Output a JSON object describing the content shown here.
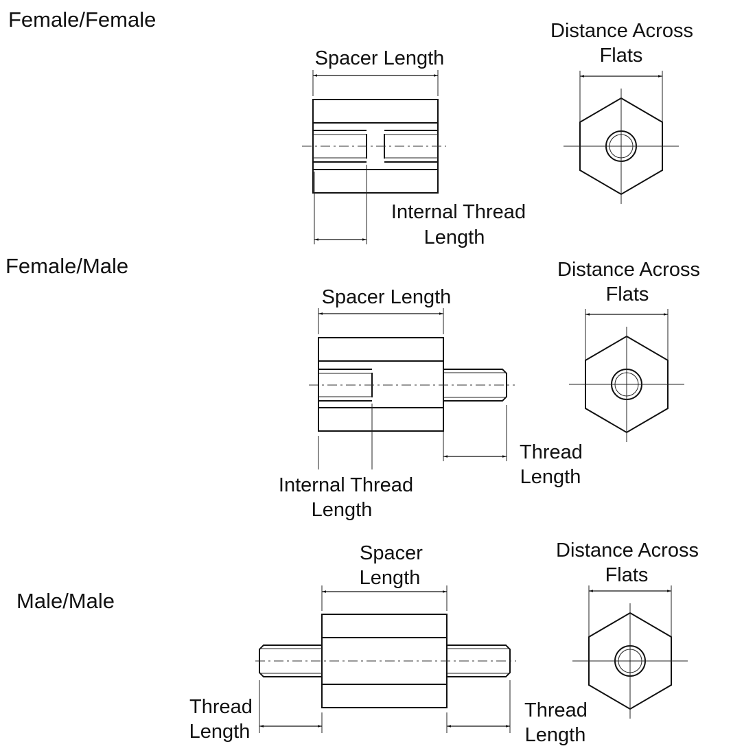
{
  "sections": [
    {
      "title": "Female/Female",
      "spacer_length": "Spacer Length",
      "internal_thread_1": "Internal Thread",
      "internal_thread_2": "Length",
      "flats_1": "Distance Across",
      "flats_2": "Flats"
    },
    {
      "title": "Female/Male",
      "spacer_length": "Spacer Length",
      "thread_1": "Thread",
      "thread_2": "Length",
      "internal_thread_1": "Internal Thread",
      "internal_thread_2": "Length",
      "flats_1": "Distance Across",
      "flats_2": "Flats"
    },
    {
      "title": "Male/Male",
      "spacer_1": "Spacer",
      "spacer_2": "Length",
      "left_thread_1": "Thread",
      "left_thread_2": "Length",
      "right_thread_1": "Thread",
      "right_thread_2": "Length",
      "flats_1": "Distance Across",
      "flats_2": "Flats"
    }
  ]
}
